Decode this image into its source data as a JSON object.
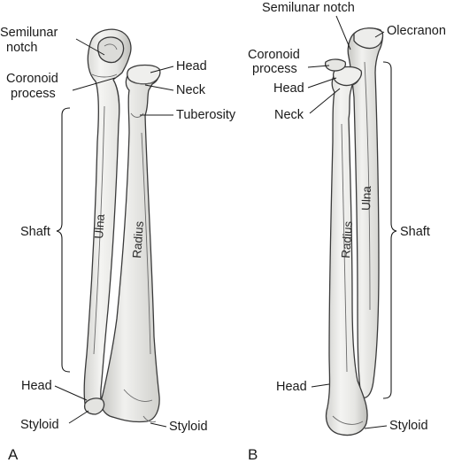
{
  "panels": [
    {
      "letter": "A",
      "labels": {
        "semilunar_1": "Semilunar",
        "semilunar_2": "notch",
        "coronoid_1": "Coronoid",
        "coronoid_2": "process",
        "head_top": "Head",
        "neck": "Neck",
        "tuberosity": "Tuberosity",
        "shaft": "Shaft",
        "head_bottom": "Head",
        "styloid_left": "Styloid",
        "styloid_right": "Styloid"
      },
      "bone_names": {
        "ulna": "Ulna",
        "radius": "Radius"
      }
    },
    {
      "letter": "B",
      "labels": {
        "semilunar_notch": "Semilunar notch",
        "olecranon": "Olecranon",
        "coronoid_1": "Coronoid",
        "coronoid_2": "process",
        "head_top": "Head",
        "neck": "Neck",
        "shaft": "Shaft",
        "head_bottom": "Head",
        "styloid": "Styloid"
      },
      "bone_names": {
        "radius": "Radius",
        "ulna": "Ulna"
      }
    }
  ],
  "colors": {
    "bone_fill": "#ececea",
    "bone_shade": "#c9c9c6",
    "bone_outline": "#3a3a3a",
    "text": "#1a1a1a"
  }
}
